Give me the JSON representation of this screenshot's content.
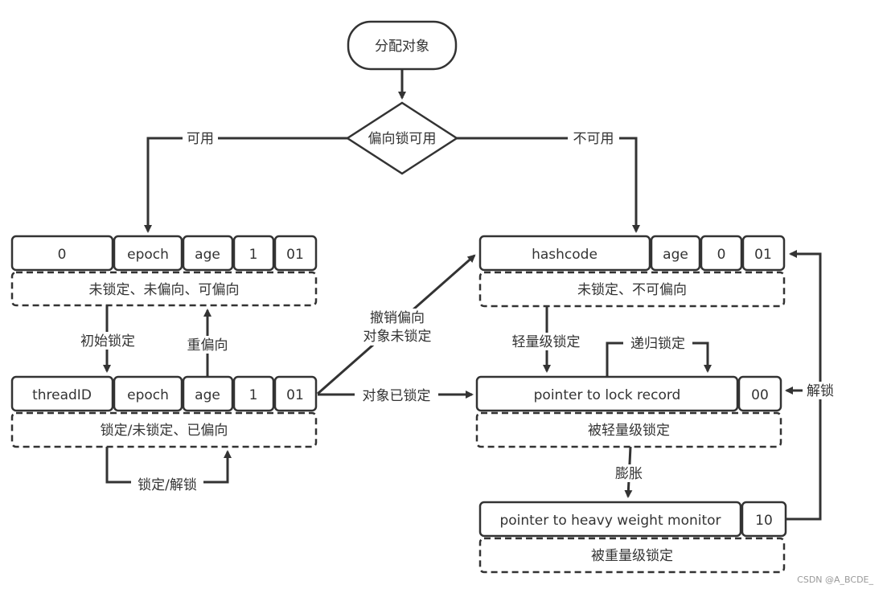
{
  "start": "分配对象",
  "decision": "偏向锁可用",
  "edges": {
    "available": "可用",
    "unavailable": "不可用",
    "init_lock": "初始锁定",
    "rebias": "重偏向",
    "lock_unlock": "锁定/解锁",
    "revoke_line1": "撤销偏向",
    "revoke_line2": "对象未锁定",
    "obj_locked": "对象已锁定",
    "light_lock": "轻量级锁定",
    "recursive_lock": "递归锁定",
    "inflate": "膨胀",
    "unlock": "解锁"
  },
  "biasable": {
    "cells": [
      "0",
      "epoch",
      "age",
      "1",
      "01"
    ],
    "state": "未锁定、未偏向、可偏向"
  },
  "biased": {
    "cells": [
      "threadID",
      "epoch",
      "age",
      "1",
      "01"
    ],
    "state": "锁定/未锁定、已偏向"
  },
  "nonbiasable": {
    "cells": [
      "hashcode",
      "age",
      "0",
      "01"
    ],
    "state": "未锁定、不可偏向"
  },
  "lightweight": {
    "cells": [
      "pointer to lock record",
      "00"
    ],
    "state": "被轻量级锁定"
  },
  "heavyweight": {
    "cells": [
      "pointer to heavy weight monitor",
      "10"
    ],
    "state": "被重量级锁定"
  },
  "watermark": "CSDN @A_BCDE_"
}
